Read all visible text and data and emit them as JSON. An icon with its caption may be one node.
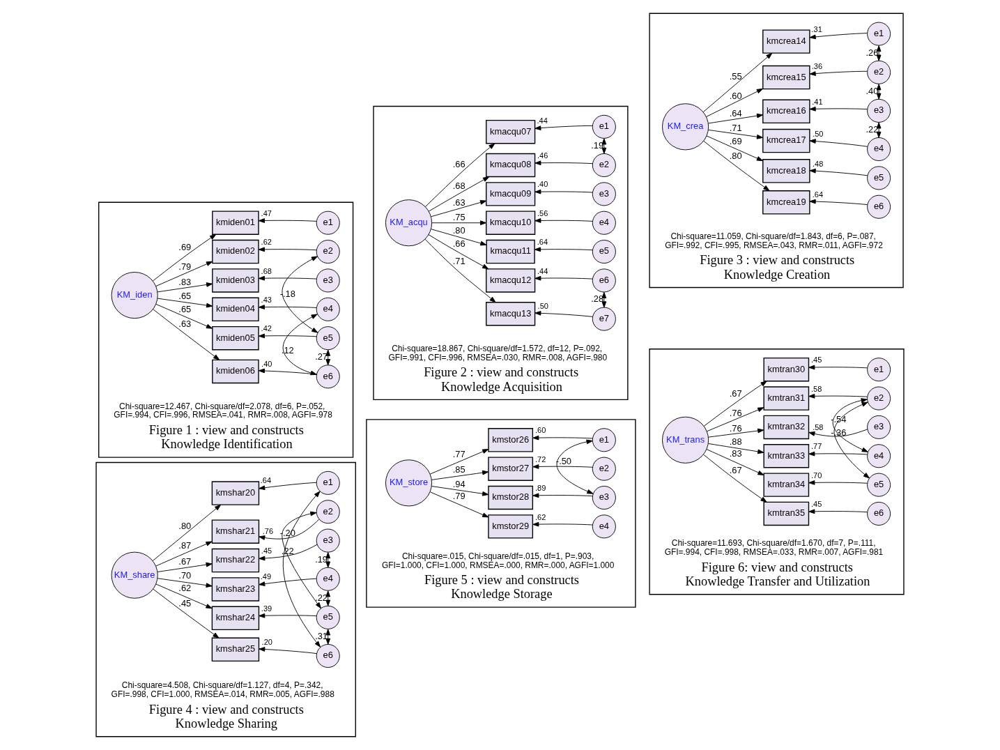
{
  "diagram": {
    "nodes": [
      {
        "text": [
          "Chi-square=12.467, Chi-square/df=2.078, df=6, P=.052, GFI=.994, CFI=.996, RMSEA=.041, RMR=.008, AGFI=.978",
          "Figure 1 : view and constructs Knowledge Identification"
        ]
      },
      {
        "text": [
          "KM_iden"
        ],
        "in": 0
      },
      {
        "text": [
          "kmiden01"
        ],
        "in": 0,
        "beside": [
          ".47"
        ]
      },
      {
        "text": [
          "kmiden02"
        ],
        "in": 0,
        "beside": [
          ".62"
        ]
      },
      {
        "text": [
          "kmiden03"
        ],
        "in": 0,
        "beside": [
          ".68"
        ]
      },
      {
        "text": [
          "kmiden04"
        ],
        "in": 0,
        "beside": [
          ".43"
        ]
      },
      {
        "text": [
          "kmiden05"
        ],
        "in": 0,
        "beside": [
          ".42"
        ]
      },
      {
        "text": [
          "kmiden06"
        ],
        "in": 0,
        "beside": [
          ".40"
        ]
      },
      {
        "text": [
          "e1"
        ],
        "in": 0
      },
      {
        "text": [
          "e2"
        ],
        "in": 0
      },
      {
        "text": [
          "e3"
        ],
        "in": 0
      },
      {
        "text": [
          "e4"
        ],
        "in": 0
      },
      {
        "text": [
          "e5"
        ],
        "in": 0
      },
      {
        "text": [
          "e6"
        ],
        "in": 0
      },
      {
        "text": [
          "Chi-square=18.867, Chi-square/df=1.572, df=12, P=.092, GFI=.991, CFI=.996, RMSEA=.030, RMR=.008, AGFI=.980",
          "Figure 2 : view and constructs Knowledge Acquisition"
        ]
      },
      {
        "text": [
          "KM_acqu"
        ],
        "in": 14
      },
      {
        "text": [
          "kmacqu07"
        ],
        "in": 14,
        "beside": [
          ".44"
        ]
      },
      {
        "text": [
          "kmacqu08"
        ],
        "in": 14,
        "beside": [
          ".46"
        ]
      },
      {
        "text": [
          "kmacqu09"
        ],
        "in": 14,
        "beside": [
          ".40"
        ]
      },
      {
        "text": [
          "kmacqu10"
        ],
        "in": 14,
        "beside": [
          ".56"
        ]
      },
      {
        "text": [
          "kmacqu11"
        ],
        "in": 14,
        "beside": [
          ".64"
        ]
      },
      {
        "text": [
          "kmacqu12"
        ],
        "in": 14,
        "beside": [
          ".44"
        ]
      },
      {
        "text": [
          "kmacqu13"
        ],
        "in": 14,
        "beside": [
          ".50"
        ]
      },
      {
        "text": [
          "e1"
        ],
        "in": 14
      },
      {
        "text": [
          "e2"
        ],
        "in": 14
      },
      {
        "text": [
          "e3"
        ],
        "in": 14
      },
      {
        "text": [
          "e4"
        ],
        "in": 14
      },
      {
        "text": [
          "e5"
        ],
        "in": 14
      },
      {
        "text": [
          "e6"
        ],
        "in": 14
      },
      {
        "text": [
          "e7"
        ],
        "in": 14
      },
      {
        "text": [
          "Chi-square=11.059, Chi-square/df=1.843, df=6, P=.087, GFI=.992, CFI=.995, RMSEA=.043, RMR=.011, AGFI=.972",
          "Figure 3 : view and constructs Knowledge Creation"
        ]
      },
      {
        "text": [
          "KM_crea"
        ],
        "in": 30
      },
      {
        "text": [
          "kmcrea14"
        ],
        "in": 30,
        "beside": [
          ".31"
        ]
      },
      {
        "text": [
          "kmcrea15"
        ],
        "in": 30,
        "beside": [
          ".36"
        ]
      },
      {
        "text": [
          "kmcrea16"
        ],
        "in": 30,
        "beside": [
          ".41"
        ]
      },
      {
        "text": [
          "kmcrea17"
        ],
        "in": 30,
        "beside": [
          ".50"
        ]
      },
      {
        "text": [
          "kmcrea18"
        ],
        "in": 30,
        "beside": [
          ".48"
        ]
      },
      {
        "text": [
          "kmcrea19"
        ],
        "in": 30,
        "beside": [
          ".64"
        ]
      },
      {
        "text": [
          "e1"
        ],
        "in": 30
      },
      {
        "text": [
          "e2"
        ],
        "in": 30
      },
      {
        "text": [
          "e3"
        ],
        "in": 30
      },
      {
        "text": [
          "e4"
        ],
        "in": 30
      },
      {
        "text": [
          "e5"
        ],
        "in": 30
      },
      {
        "text": [
          "e6"
        ],
        "in": 30
      },
      {
        "text": [
          "Chi-square=4.508, Chi-square/df=1.127, df=4, P=.342, GFI=.998, CFI=1.000, RMSEA=.014, RMR=.005, AGFI=.988",
          "Figure 4 : view and constructs Knowledge Sharing"
        ]
      },
      {
        "text": [
          "KM_share"
        ],
        "in": 44
      },
      {
        "text": [
          "kmshar20"
        ],
        "in": 44,
        "beside": [
          ".64"
        ]
      },
      {
        "text": [
          "kmshar21"
        ],
        "in": 44,
        "beside": [
          ".76"
        ]
      },
      {
        "text": [
          "kmshar22"
        ],
        "in": 44,
        "beside": [
          ".45"
        ]
      },
      {
        "text": [
          "kmshar23"
        ],
        "in": 44,
        "beside": [
          ".49"
        ]
      },
      {
        "text": [
          "kmshar24"
        ],
        "in": 44,
        "beside": [
          ".39"
        ]
      },
      {
        "text": [
          "kmshar25"
        ],
        "in": 44,
        "beside": [
          ".20"
        ]
      },
      {
        "text": [
          "e1"
        ],
        "in": 44
      },
      {
        "text": [
          "e2"
        ],
        "in": 44
      },
      {
        "text": [
          "e3"
        ],
        "in": 44
      },
      {
        "text": [
          "e4"
        ],
        "in": 44
      },
      {
        "text": [
          "e5"
        ],
        "in": 44
      },
      {
        "text": [
          "e6"
        ],
        "in": 44
      },
      {
        "text": [
          "Chi-square=.015, Chi-square/df=.015, df=1, P=.903, GFI=1.000, CFI=1.000, RMSEA=.000, RMR=.000, AGFI=1.000",
          "Figure 5 : view and constructs Knowledge Storage"
        ]
      },
      {
        "text": [
          "KM_store"
        ],
        "in": 58
      },
      {
        "text": [
          "kmstor26"
        ],
        "in": 58,
        "beside": [
          ".60"
        ]
      },
      {
        "text": [
          "kmstor27"
        ],
        "in": 58,
        "beside": [
          ".72"
        ]
      },
      {
        "text": [
          "kmstor28"
        ],
        "in": 58,
        "beside": [
          ".89"
        ]
      },
      {
        "text": [
          "kmstor29"
        ],
        "in": 58,
        "beside": [
          ".62"
        ]
      },
      {
        "text": [
          "e1"
        ],
        "in": 58
      },
      {
        "text": [
          "e2"
        ],
        "in": 58
      },
      {
        "text": [
          "e3"
        ],
        "in": 58
      },
      {
        "text": [
          "e4"
        ],
        "in": 58
      },
      {
        "text": [
          "Chi-square=11.693, Chi-square/df=1.670, df=7, P=.111, GFI=.994, CFI=.998, RMSEA=.033, RMR=.007, AGFI=.981",
          "Figure 6: view and constructs Knowledge Transfer and Utilization"
        ]
      },
      {
        "text": [
          "KM_trans"
        ],
        "in": 68
      },
      {
        "text": [
          "kmtran30"
        ],
        "in": 68,
        "beside": [
          ".45"
        ]
      },
      {
        "text": [
          "kmtran31"
        ],
        "in": 68,
        "beside": [
          ".58"
        ]
      },
      {
        "text": [
          "kmtran32"
        ],
        "in": 68,
        "beside": [
          ".58"
        ]
      },
      {
        "text": [
          "kmtran33"
        ],
        "in": 68,
        "beside": [
          ".77"
        ]
      },
      {
        "text": [
          "kmtran34"
        ],
        "in": 68,
        "beside": [
          ".70"
        ]
      },
      {
        "text": [
          "kmtran35"
        ],
        "in": 68,
        "beside": [
          ".45"
        ]
      },
      {
        "text": [
          "e1"
        ],
        "in": 68
      },
      {
        "text": [
          "e2"
        ],
        "in": 68
      },
      {
        "text": [
          "e3"
        ],
        "in": 68
      },
      {
        "text": [
          "e4"
        ],
        "in": 68
      },
      {
        "text": [
          "e5"
        ],
        "in": 68
      },
      {
        "text": [
          "e6"
        ],
        "in": 68
      }
    ],
    "edges": [
      {
        "from": 1,
        "to": 2,
        "arrow": "to",
        "label": ".69"
      },
      {
        "from": 1,
        "to": 3,
        "arrow": "to",
        "label": ".79"
      },
      {
        "from": 1,
        "to": 4,
        "arrow": "to",
        "label": ".83"
      },
      {
        "from": 1,
        "to": 5,
        "arrow": "to",
        "label": ".65"
      },
      {
        "from": 1,
        "to": 6,
        "arrow": "to",
        "label": ".65"
      },
      {
        "from": 1,
        "to": 7,
        "arrow": "to",
        "label": ".63"
      },
      {
        "from": 8,
        "to": 2,
        "arrow": "to"
      },
      {
        "from": 9,
        "to": 3,
        "arrow": "to"
      },
      {
        "from": 10,
        "to": 4,
        "arrow": "to"
      },
      {
        "from": 11,
        "to": 5,
        "arrow": "to"
      },
      {
        "from": 12,
        "to": 6,
        "arrow": "to"
      },
      {
        "from": 13,
        "to": 7,
        "arrow": "to"
      },
      {
        "from": 9,
        "to": 12,
        "arrow": "both",
        "label": "-.18"
      },
      {
        "from": 11,
        "to": 13,
        "arrow": "both",
        "label": ".12"
      },
      {
        "from": 12,
        "to": 13,
        "arrow": "both",
        "label": ".27"
      },
      {
        "from": 15,
        "to": 16,
        "arrow": "to",
        "label": ".66"
      },
      {
        "from": 15,
        "to": 17,
        "arrow": "to",
        "label": ".68"
      },
      {
        "from": 15,
        "to": 18,
        "arrow": "to",
        "label": ".63"
      },
      {
        "from": 15,
        "to": 19,
        "arrow": "to",
        "label": ".75"
      },
      {
        "from": 15,
        "to": 20,
        "arrow": "to",
        "label": ".80"
      },
      {
        "from": 15,
        "to": 21,
        "arrow": "to",
        "label": ".66"
      },
      {
        "from": 15,
        "to": 22,
        "arrow": "to",
        "label": ".71"
      },
      {
        "from": 23,
        "to": 16,
        "arrow": "to"
      },
      {
        "from": 24,
        "to": 17,
        "arrow": "to"
      },
      {
        "from": 25,
        "to": 18,
        "arrow": "to"
      },
      {
        "from": 26,
        "to": 19,
        "arrow": "to"
      },
      {
        "from": 27,
        "to": 20,
        "arrow": "to"
      },
      {
        "from": 28,
        "to": 21,
        "arrow": "to"
      },
      {
        "from": 29,
        "to": 22,
        "arrow": "to"
      },
      {
        "from": 23,
        "to": 24,
        "arrow": "both",
        "label": ".19"
      },
      {
        "from": 28,
        "to": 29,
        "arrow": "both",
        "label": ".28"
      },
      {
        "from": 31,
        "to": 32,
        "arrow": "to",
        "label": ".55"
      },
      {
        "from": 31,
        "to": 33,
        "arrow": "to",
        "label": ".60"
      },
      {
        "from": 31,
        "to": 34,
        "arrow": "to",
        "label": ".64"
      },
      {
        "from": 31,
        "to": 35,
        "arrow": "to",
        "label": ".71"
      },
      {
        "from": 31,
        "to": 36,
        "arrow": "to",
        "label": ".69"
      },
      {
        "from": 31,
        "to": 37,
        "arrow": "to",
        "label": ".80"
      },
      {
        "from": 38,
        "to": 32,
        "arrow": "to"
      },
      {
        "from": 39,
        "to": 33,
        "arrow": "to"
      },
      {
        "from": 40,
        "to": 34,
        "arrow": "to"
      },
      {
        "from": 41,
        "to": 35,
        "arrow": "to"
      },
      {
        "from": 42,
        "to": 36,
        "arrow": "to"
      },
      {
        "from": 43,
        "to": 37,
        "arrow": "to"
      },
      {
        "from": 38,
        "to": 39,
        "arrow": "both",
        "label": ".26"
      },
      {
        "from": 39,
        "to": 40,
        "arrow": "both",
        "label": ".40"
      },
      {
        "from": 40,
        "to": 41,
        "arrow": "both",
        "label": ".22"
      },
      {
        "from": 45,
        "to": 46,
        "arrow": "to",
        "label": ".80"
      },
      {
        "from": 45,
        "to": 47,
        "arrow": "to",
        "label": ".87"
      },
      {
        "from": 45,
        "to": 48,
        "arrow": "to",
        "label": ".67"
      },
      {
        "from": 45,
        "to": 49,
        "arrow": "to",
        "label": ".70"
      },
      {
        "from": 45,
        "to": 50,
        "arrow": "to",
        "label": ".62"
      },
      {
        "from": 45,
        "to": 51,
        "arrow": "to",
        "label": ".45"
      },
      {
        "from": 52,
        "to": 46,
        "arrow": "to"
      },
      {
        "from": 53,
        "to": 47,
        "arrow": "to"
      },
      {
        "from": 54,
        "to": 48,
        "arrow": "to"
      },
      {
        "from": 55,
        "to": 49,
        "arrow": "to"
      },
      {
        "from": 56,
        "to": 50,
        "arrow": "to"
      },
      {
        "from": 57,
        "to": 51,
        "arrow": "to"
      },
      {
        "from": 54,
        "to": 55,
        "arrow": "both",
        "label": ".19"
      },
      {
        "from": 53,
        "to": 56,
        "arrow": "both",
        "label": "-.20"
      },
      {
        "from": 52,
        "to": 57,
        "arrow": "both",
        "label": ".22"
      },
      {
        "from": 55,
        "to": 56,
        "arrow": "both",
        "label": ".22"
      },
      {
        "from": 56,
        "to": 57,
        "arrow": "both",
        "label": ".31"
      },
      {
        "from": 59,
        "to": 60,
        "arrow": "to",
        "label": ".77"
      },
      {
        "from": 59,
        "to": 61,
        "arrow": "to",
        "label": ".85"
      },
      {
        "from": 59,
        "to": 62,
        "arrow": "to",
        "label": ".94"
      },
      {
        "from": 59,
        "to": 63,
        "arrow": "to",
        "label": ".79"
      },
      {
        "from": 64,
        "to": 60,
        "arrow": "to"
      },
      {
        "from": 65,
        "to": 61,
        "arrow": "to"
      },
      {
        "from": 66,
        "to": 62,
        "arrow": "to"
      },
      {
        "from": 67,
        "to": 63,
        "arrow": "to"
      },
      {
        "from": 64,
        "to": 66,
        "arrow": "both",
        "label": "-.50"
      },
      {
        "from": 69,
        "to": 70,
        "arrow": "to",
        "label": ".67"
      },
      {
        "from": 69,
        "to": 71,
        "arrow": "to",
        "label": ".76"
      },
      {
        "from": 69,
        "to": 72,
        "arrow": "to",
        "label": ".76"
      },
      {
        "from": 69,
        "to": 73,
        "arrow": "to",
        "label": ".88"
      },
      {
        "from": 69,
        "to": 74,
        "arrow": "to",
        "label": ".83"
      },
      {
        "from": 69,
        "to": 75,
        "arrow": "to",
        "label": ".67"
      },
      {
        "from": 76,
        "to": 70,
        "arrow": "to"
      },
      {
        "from": 77,
        "to": 71,
        "arrow": "to"
      },
      {
        "from": 78,
        "to": 72,
        "arrow": "to"
      },
      {
        "from": 79,
        "to": 73,
        "arrow": "to"
      },
      {
        "from": 80,
        "to": 74,
        "arrow": "to"
      },
      {
        "from": 81,
        "to": 75,
        "arrow": "to"
      },
      {
        "from": 77,
        "to": 79,
        "arrow": "both",
        "label": "-.54"
      },
      {
        "from": 77,
        "to": 80,
        "arrow": "both",
        "label": "-.36"
      }
    ]
  }
}
